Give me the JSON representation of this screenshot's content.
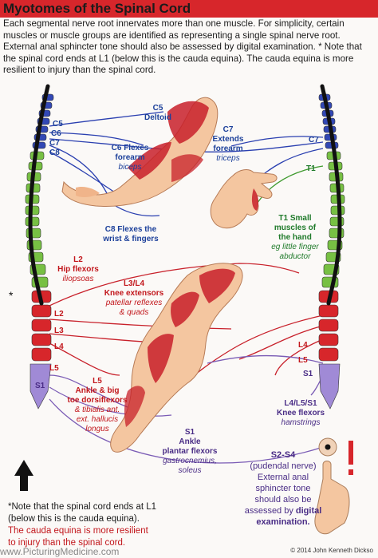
{
  "title": "Myotomes of the Spinal Cord",
  "intro": "Each segmental nerve root innervates more than one muscle. For simplicity, certain muscles or muscle groups are identified as representing a single spinal nerve root. External anal sphincter tone should also be assessed by digital examination. * Note that the spinal cord ends at L1 (below this is the cauda equina). The cauda equina is more resilient to injury than the spinal cord.",
  "vertebra_tags": {
    "c5": "C5",
    "c6": "C6",
    "c7": "C7",
    "c8": "C8",
    "c7_right": "C7",
    "t1_right": "T1",
    "l2": "L2",
    "l3": "L3",
    "l4": "L4",
    "l5": "L5",
    "s1": "S1",
    "l4_right": "L4",
    "l5_right": "L5",
    "s1_right": "S1",
    "star": "*"
  },
  "labels": {
    "c5_deltoid": {
      "level": "C5",
      "name": "Deltoid"
    },
    "c6": {
      "name": "C6 Flexes forearm",
      "line1": "C6 Flexes",
      "line2": "forearm",
      "example": "biceps"
    },
    "c7": {
      "line1": "C7",
      "line2": "Extends",
      "line3": "forearm",
      "example": "triceps"
    },
    "c8": {
      "line1": "C8 Flexes the",
      "line2": "wrist & fingers"
    },
    "t1": {
      "line1": "T1 Small",
      "line2": "muscles of",
      "line3": "the hand",
      "example1": "eg little finger",
      "example2": "abductor"
    },
    "l2": {
      "line1": "L2",
      "line2": "Hip flexors",
      "example": "iliopsoas"
    },
    "l3l4": {
      "line1": "L3/L4",
      "line2": "Knee extensors",
      "example1": "patellar reflexes",
      "example2": "& quads"
    },
    "l5": {
      "line1": "L5",
      "line2": "Ankle & big",
      "line3": "toe dorsiflexors",
      "example1": "& tibialis ant.",
      "example2": "ext. hallucis",
      "example3": "longus"
    },
    "s1": {
      "line1": "S1",
      "line2": "Ankle",
      "line3": "plantar flexors",
      "example1": "gastrocnemius,",
      "example2": "soleus"
    },
    "l4l5s1": {
      "line1": "L4/L5/S1",
      "line2": "Knee flexors",
      "example": "hamstrings"
    },
    "s2s4": {
      "line1": "S2-S4",
      "line2": "(pudendal nerve)",
      "line3": "External anal",
      "line4": "sphincter tone",
      "line5": "should also be",
      "line6a": "assessed by ",
      "line6b": "digital",
      "line7": "examination."
    }
  },
  "footnote": {
    "star": "*",
    "line1": "Note that the spinal cord ends at L1",
    "line2": "(below this is the cauda equina).",
    "line3": "The cauda equina is more resilient",
    "line4": "to injury than the spinal cord."
  },
  "url": "www.PicturingMedicine.com",
  "copyright": "© 2014 John Kenneth Dickso",
  "colors": {
    "header": "#d7262b",
    "cervical": "#2e47b8",
    "thoracic": "#6fbf3a",
    "lumbar": "#d7262b",
    "sacral": "#9a86cf",
    "nerve_blue": "#2a3fb0",
    "nerve_green": "#3f9a2e",
    "nerve_red": "#c8202a",
    "nerve_purple": "#7a5bb5",
    "skin": "#f4c6a0"
  }
}
